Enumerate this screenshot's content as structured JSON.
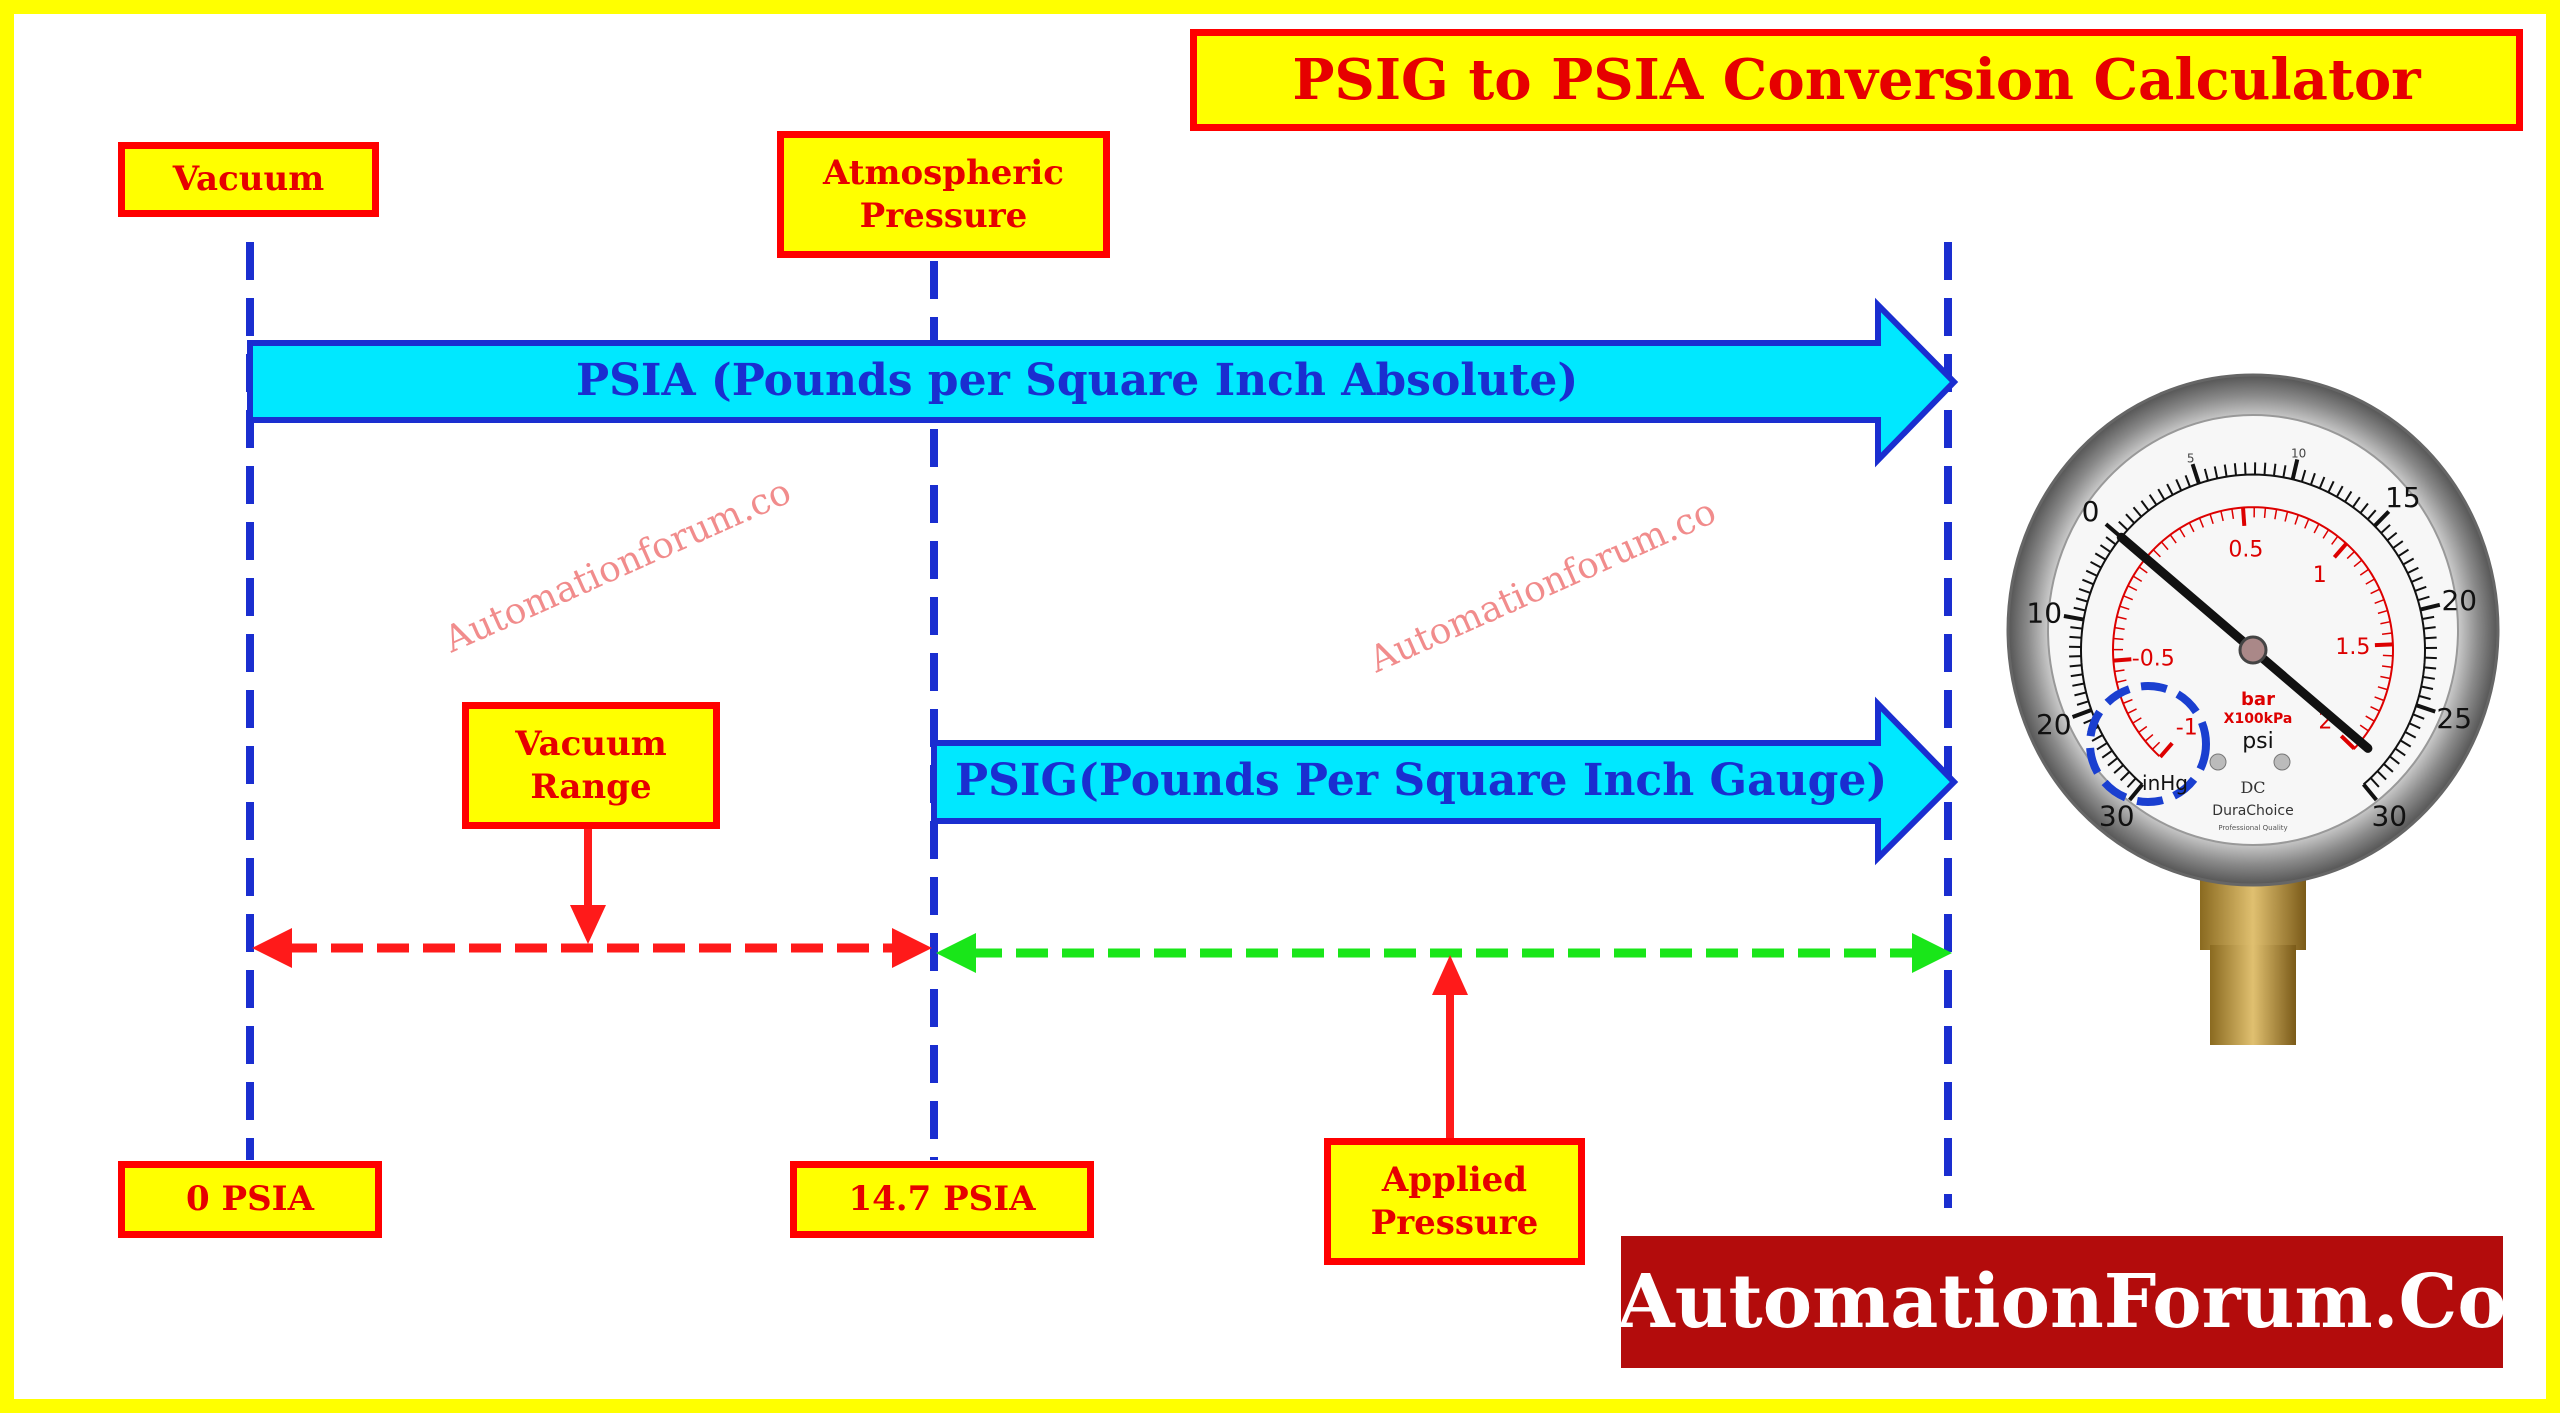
{
  "title": "PSIG to PSIA Conversion Calculator",
  "labels": {
    "vacuum": "Vacuum",
    "atmospheric_line1": "Atmospheric",
    "atmospheric_line2": "Pressure",
    "vacuum_range_line1": "Vacuum",
    "vacuum_range_line2": "Range",
    "applied_line1": "Applied",
    "applied_line2": "Pressure",
    "zero_psia": "0 PSIA",
    "atm_psia": "14.7 PSIA"
  },
  "arrows": {
    "psia": "PSIA (Pounds per Square Inch Absolute)",
    "psig": "PSIG(Pounds Per Square Inch Gauge)"
  },
  "watermark": "Automationforum.co",
  "logo": "AutomationForum.Co",
  "gauge": {
    "psi_labels": [
      "0",
      "5",
      "10",
      "15",
      "20",
      "25",
      "30"
    ],
    "inhg_labels": [
      "10",
      "20",
      "30"
    ],
    "bar_labels": [
      "0.5",
      "1",
      "1.5",
      "2",
      "-0.5",
      "-1"
    ],
    "unit_bar": "bar",
    "unit_kpa": "X100kPa",
    "unit_psi": "psi",
    "unit_inhg": "inHg",
    "brand_mark": "DC",
    "brand": "DuraChoice",
    "brand_tagline": "Professional Quality"
  },
  "colors": {
    "frame": "#ffff00",
    "label_border": "#ff0000",
    "label_text": "#e60000",
    "line_blue": "#1a2ed0",
    "arrow_fill": "#00e8ff",
    "vacuum_range": "#ff1a1a",
    "applied_range": "#19e619",
    "logo_bg": "#b30c0c"
  }
}
